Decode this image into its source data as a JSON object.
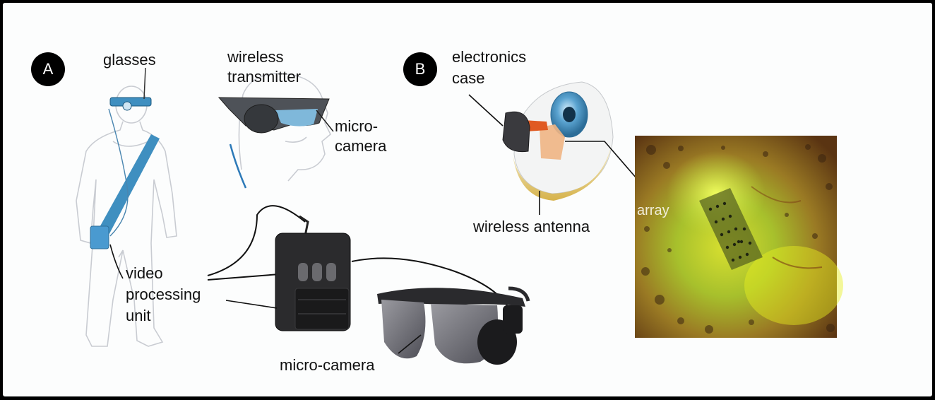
{
  "panel_a": {
    "badge": "A",
    "labels": {
      "glasses": "glasses",
      "wireless_transmitter_1": "wireless",
      "wireless_transmitter_2": "transmitter",
      "micro_camera_1": "micro-",
      "micro_camera_2": "camera",
      "video_processing_1": "video",
      "video_processing_2": "processing",
      "video_processing_3": "unit",
      "micro_camera_bottom": "micro-camera"
    }
  },
  "panel_b": {
    "badge": "B",
    "labels": {
      "electronics_case_1": "electronics",
      "electronics_case_2": "case",
      "wireless_antenna": "wireless antenna",
      "array": "array"
    }
  },
  "colors": {
    "accent_blue": "#3f8fc0",
    "frame_bg": "#fcfdfd",
    "retina_green": "#9cc02a",
    "retina_orange": "#b86a1e"
  }
}
